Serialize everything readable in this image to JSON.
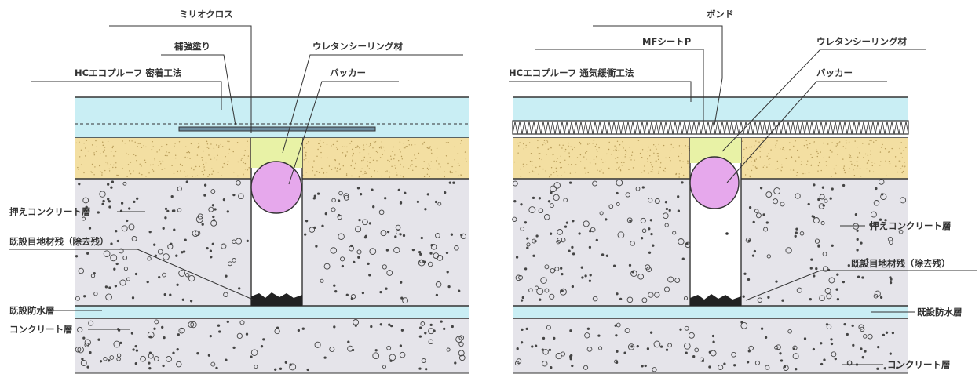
{
  "colors": {
    "top_layer": "#c9eef4",
    "sand_layer": "#f3dfa2",
    "sealant": "#e8f2a6",
    "backer_rod": "#e6a8ec",
    "concrete": "#e5e4ea",
    "waterproof_layer": "#c9eef4",
    "line": "#333333"
  },
  "left": {
    "labels": {
      "mirio_cloth": "ミリオクロス",
      "reinforcement_coat": "補強塗り",
      "hc_eco_proof": "HCエコプルーフ 密着工法",
      "urethane_sealant": "ウレタンシーリング材",
      "backer": "バッカー",
      "protective_concrete": "押えコンクリート層",
      "old_joint_residue": "既設目地材残（除去残）",
      "existing_waterproof": "既設防水層",
      "concrete_layer": "コンクリート層"
    }
  },
  "right": {
    "labels": {
      "bond": "ボンド",
      "mf_sheet": "MFシートP",
      "hc_eco_proof": "HCエコプルーフ 通気緩衝工法",
      "urethane_sealant": "ウレタンシーリング材",
      "backer": "バッカー",
      "protective_concrete": "押えコンクリート層",
      "old_joint_residue": "既設目地材残（除去残）",
      "existing_waterproof": "既設防水層",
      "concrete_layer": "コンクリート層"
    }
  }
}
